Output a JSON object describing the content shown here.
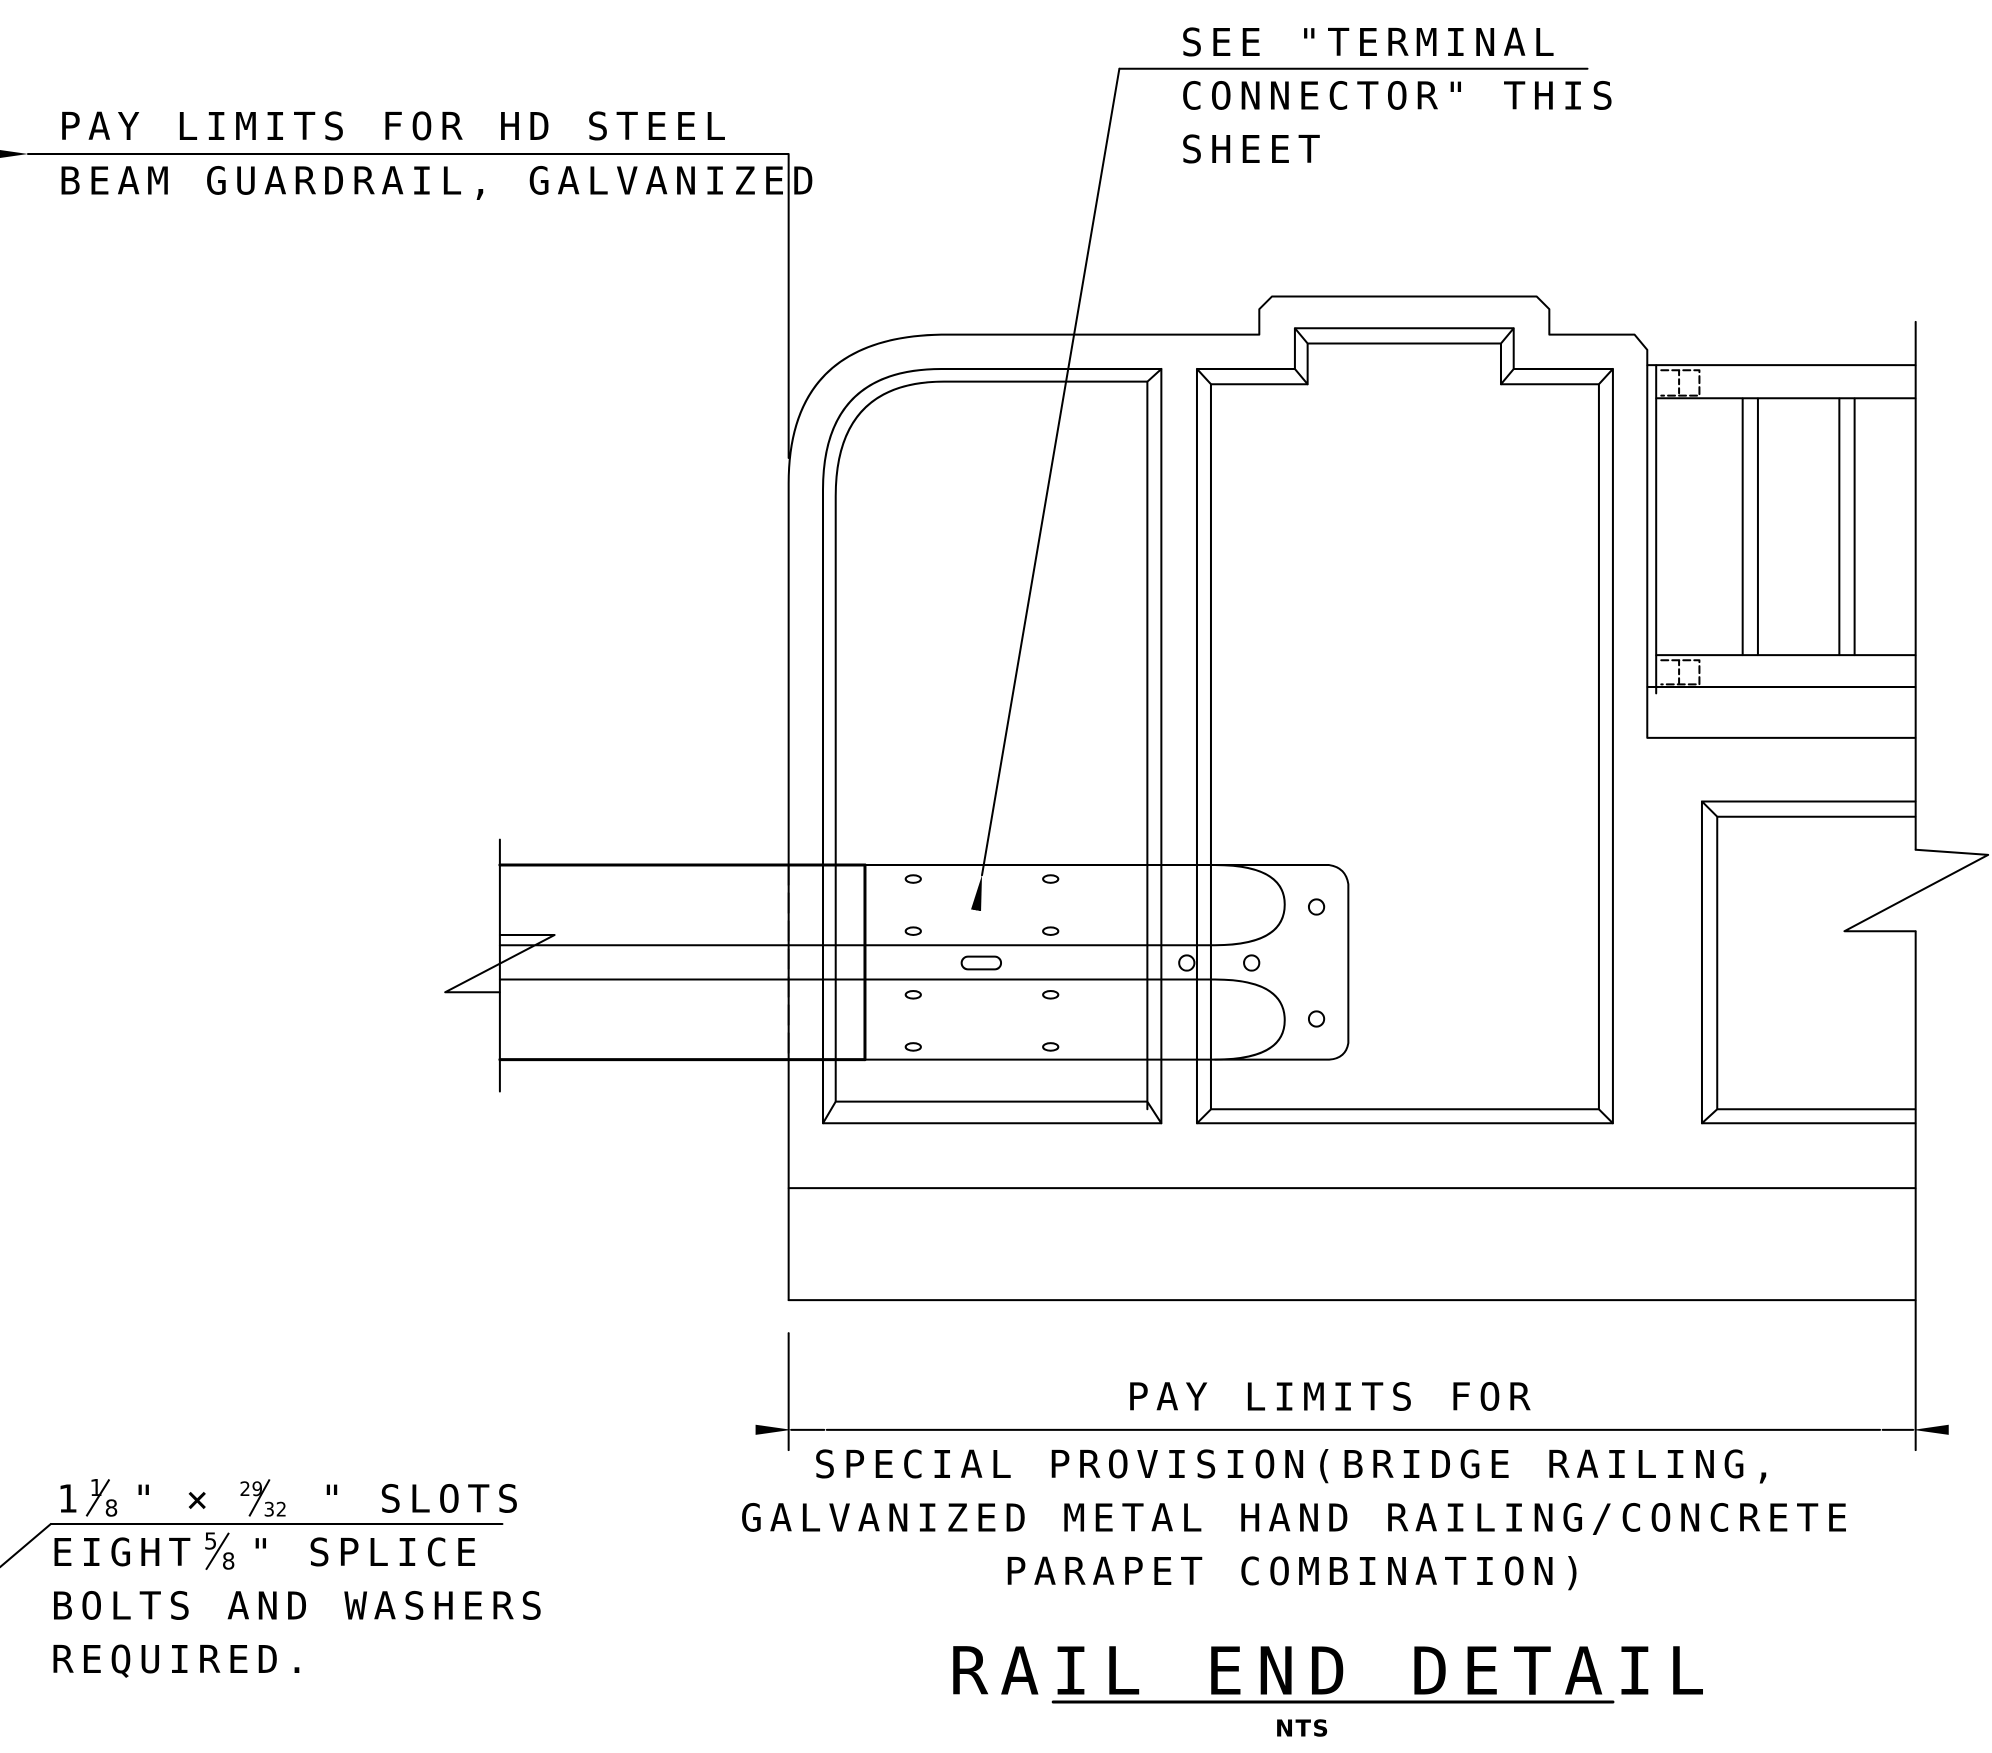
{
  "labels": {
    "pay_limits_hd_line1": "PAY LIMITS FOR HD STEEL",
    "pay_limits_hd_line2": "BEAM GUARDRAIL, GALVANIZED",
    "terminal_line1": "SEE \"TERMINAL",
    "terminal_line2": "CONNECTOR\" THIS",
    "terminal_line3": "SHEET",
    "pay_limits_special_line1": "PAY LIMITS FOR",
    "pay_limits_special_line2": "SPECIAL PROVISION(BRIDGE RAILING,",
    "pay_limits_special_line3": "GALVANIZED METAL HAND RAILING/CONCRETE",
    "pay_limits_special_line4": "PARAPET COMBINATION)",
    "slots_times": "×",
    "slots_inch_mark": "\"",
    "slots_text": "\" SLOTS",
    "eight_text": "EIGHT",
    "splice_text": "\" SPLICE",
    "bolts_line": "BOLTS AND WASHERS",
    "required_line": "REQUIRED.",
    "title": "RAIL END DETAIL",
    "scale": "NTS"
  },
  "fractions": {
    "slot_length": {
      "whole": "1",
      "numerator": "1",
      "denominator": "8"
    },
    "slot_width": {
      "numerator": "29",
      "denominator": "32"
    },
    "bolt_diameter": {
      "numerator": "5",
      "denominator": "8"
    }
  }
}
